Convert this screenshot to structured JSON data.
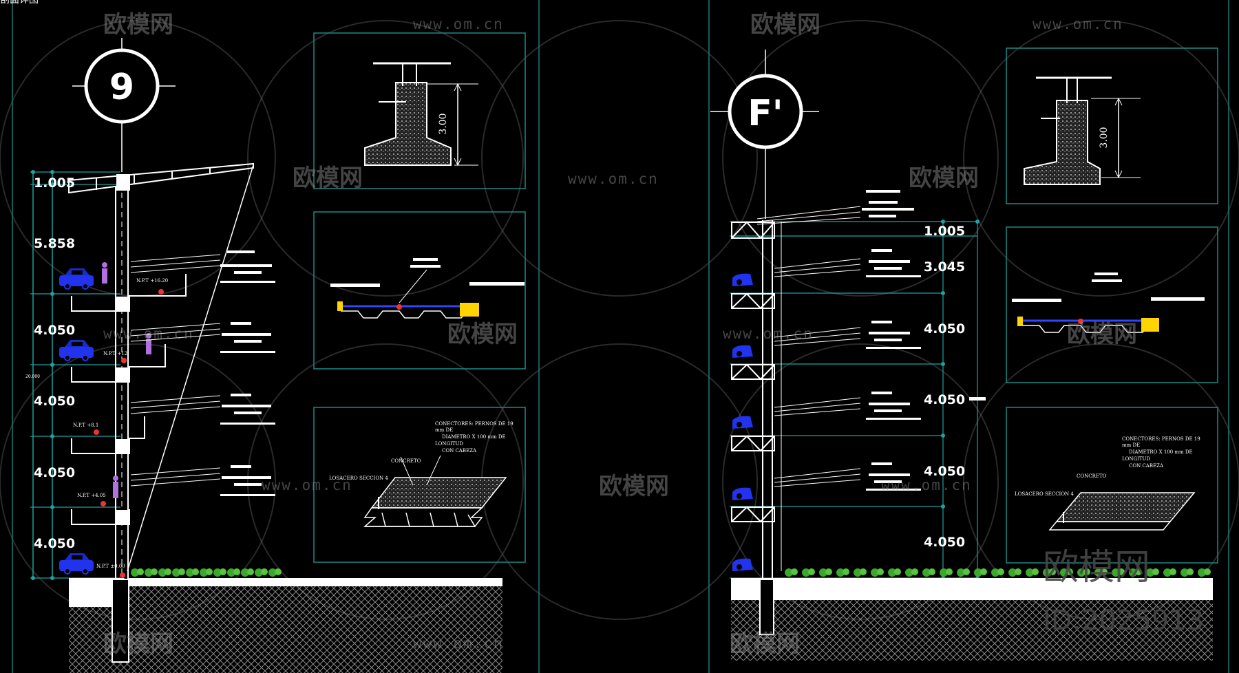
{
  "left_section": {
    "grid_axis": "9",
    "top_label": "剖面详图",
    "total_height": "20.000",
    "dimensions": [
      "1.005",
      "5.858",
      "4.050",
      "4.050",
      "4.050",
      "4.050"
    ],
    "level_labels": [
      "N.P.T +16.20",
      "N.P.T +12",
      "N.P.T +8.1",
      "N.P.T +4.05",
      "N.P.T ±0.00"
    ]
  },
  "right_section": {
    "grid_axis": "F'",
    "dimensions": [
      "1.005",
      "3.045",
      "4.050",
      "4.050",
      "4.050",
      "4.050"
    ]
  },
  "details": {
    "parapet_dim": "3.00",
    "connector_note": [
      "CONECTORES: PERNOS DE 19",
      "mm DE",
      "DIAMETRO X 100 mm DE",
      "LONGITUD",
      "CON CABEZA"
    ],
    "concrete_label": "CONCRETO",
    "deck_label": "LOSACERO SECCION 4"
  },
  "watermark": {
    "brand": "欧模网",
    "url": "www.om.cn",
    "big_text": "欧模网",
    "id_text": "ID:2025913"
  }
}
